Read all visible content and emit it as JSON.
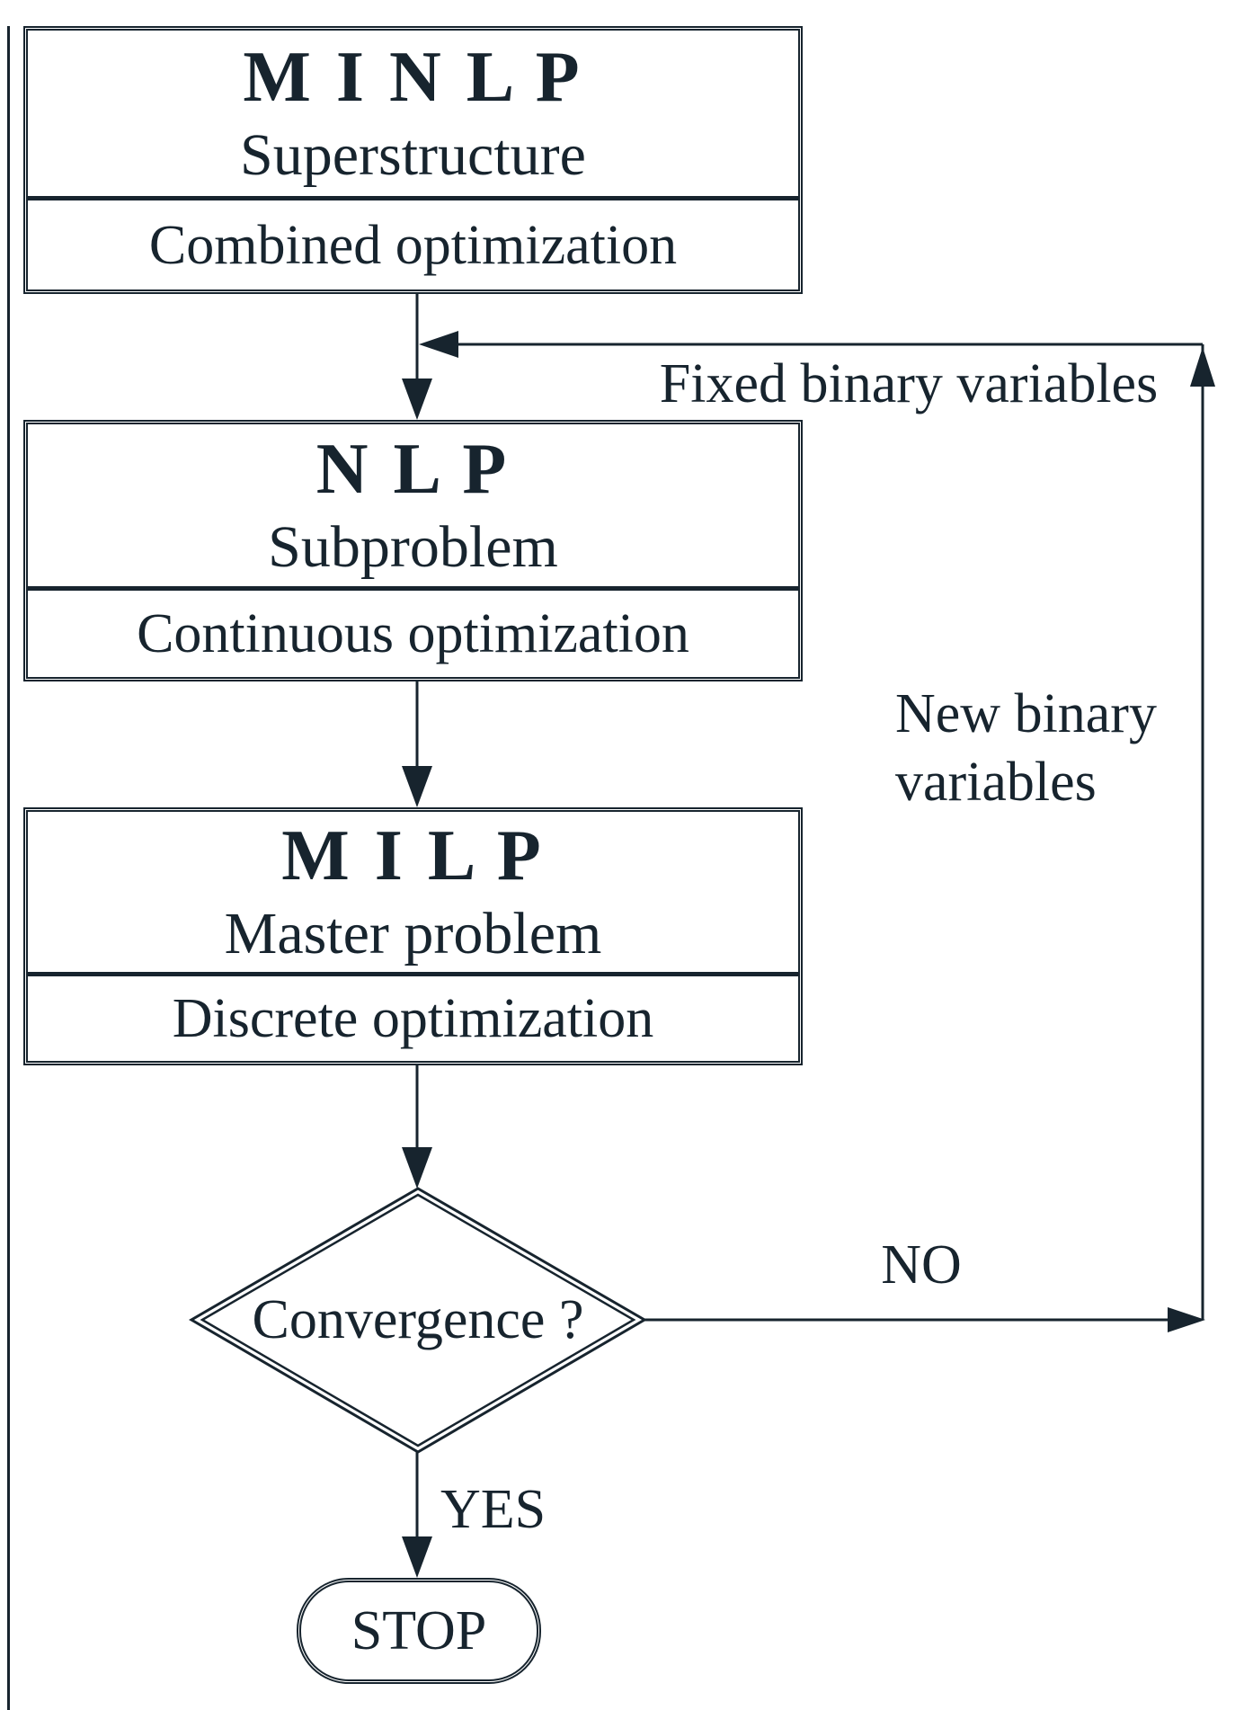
{
  "nodes": {
    "minlp": {
      "title": "M I N L P",
      "subtitle": "Superstructure",
      "section": "Combined optimization"
    },
    "nlp": {
      "title": "N L P",
      "subtitle": "Subproblem",
      "section": "Continuous optimization"
    },
    "milp": {
      "title": "M I L P",
      "subtitle": "Master problem",
      "section": "Discrete optimization"
    },
    "decision": {
      "label": "Convergence ?"
    },
    "stop": {
      "label": "STOP"
    }
  },
  "edges": {
    "fixed_binary": "Fixed binary variables",
    "new_binary": "New binary\nvariables",
    "no": "NO",
    "yes": "YES"
  },
  "colors": {
    "ink": "#17242e",
    "background": "#ffffff"
  }
}
